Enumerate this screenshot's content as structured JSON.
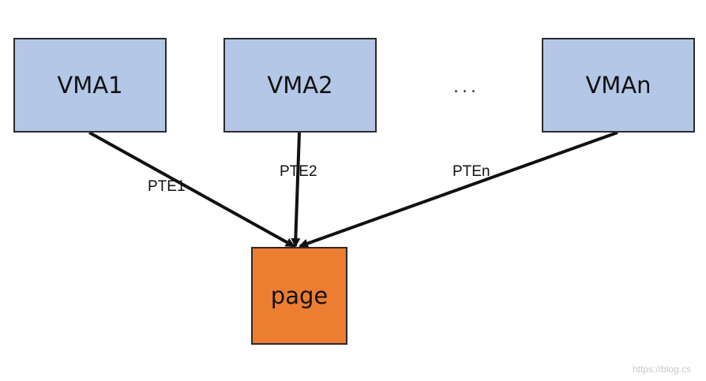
{
  "diagram": {
    "vmas": [
      {
        "label": "VMA1"
      },
      {
        "label": "VMA2"
      },
      {
        "label": "VMAn"
      }
    ],
    "ellipsis": "...",
    "page_label": "page",
    "edge_labels": [
      "PTE1",
      "PTE2",
      "PTEn"
    ],
    "colors": {
      "vma_fill": "#b4c7e7",
      "page_fill": "#ed7d31",
      "arrow": "#111111"
    }
  },
  "watermark": "https://blog.cs"
}
